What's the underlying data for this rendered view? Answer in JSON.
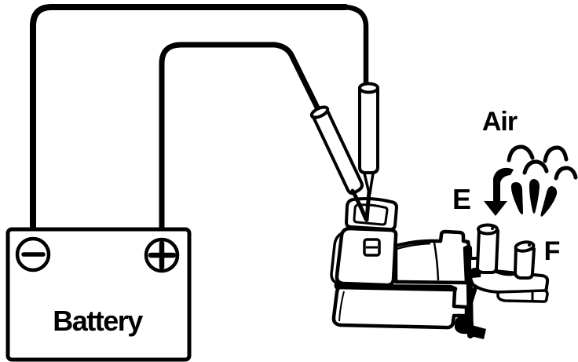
{
  "diagram": {
    "background_color": "#ffffff",
    "ink_color": "#000000",
    "battery": {
      "label": "Battery"
    },
    "labels": {
      "air": "Air",
      "port_e": "E",
      "port_f": "F"
    }
  }
}
